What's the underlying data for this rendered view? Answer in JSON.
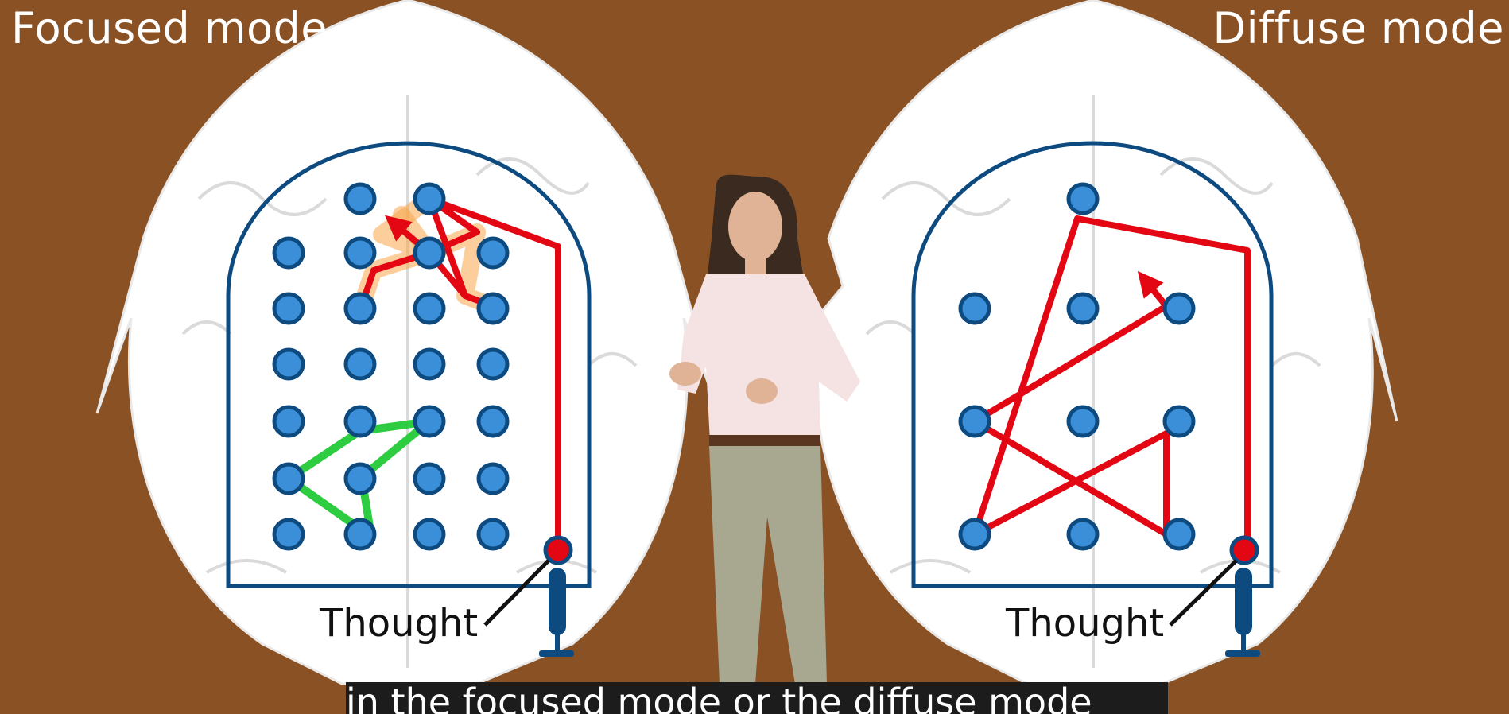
{
  "left_panel": {
    "title": "Focused mode",
    "thought_label": "Thought"
  },
  "right_panel": {
    "title": "Diffuse mode",
    "thought_label": "Thought"
  },
  "caption": {
    "text": "in the focused mode or the diffuse mode"
  },
  "colors": {
    "background": "#8a5224",
    "head": "#ffffff",
    "outline": "#0d4a80",
    "node_fill": "#3a8fd8",
    "path_red": "#e30613",
    "path_green": "#2ecc40",
    "glow": "#f7a64a"
  }
}
